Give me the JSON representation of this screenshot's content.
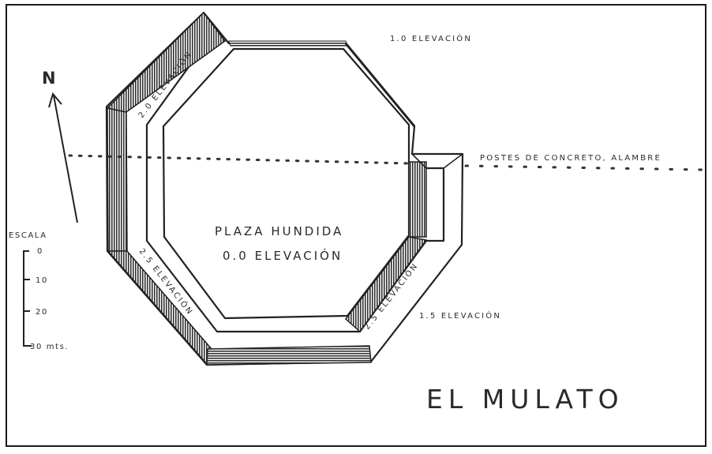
{
  "labels": {
    "elev_top": "1.0 ELEVACIÓN",
    "elev_nw": "2.0 ELEVACIÓN",
    "postes": "POSTES DE CONCRETO, ALAMBRE",
    "plaza_line1": "PLAZA HUNDIDA",
    "plaza_line2": "0.0 ELEVACIÓN",
    "elev_sw": "2.5 ELEVACIÓN",
    "elev_se": "2.5 ELEVACIÓN",
    "elev_east": "1.5 ELEVACIÓN",
    "title": "EL MULATO",
    "north": "N"
  },
  "scale": {
    "title": "ESCALA",
    "ticks": [
      "0",
      "10",
      "20",
      "30 mts."
    ]
  },
  "colors": {
    "ink": "#222222",
    "paper": "#ffffff",
    "border": "#1a1a1a"
  }
}
